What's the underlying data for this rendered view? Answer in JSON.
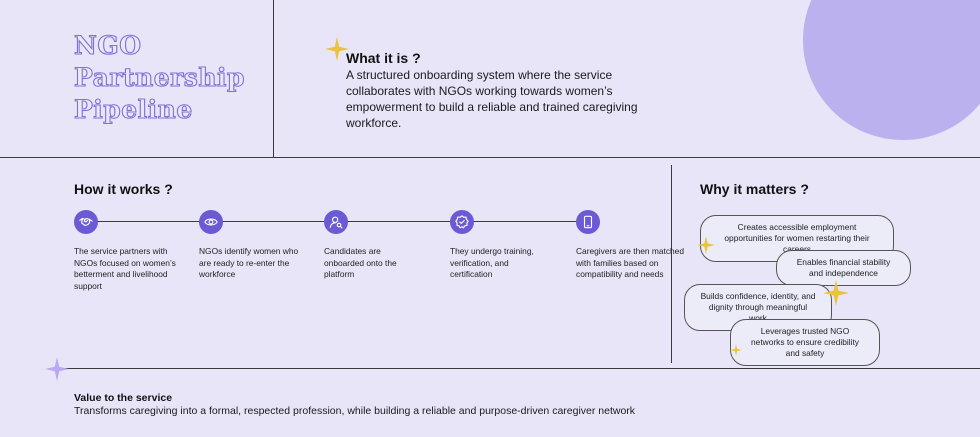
{
  "title": {
    "line1": "NGO",
    "line2": "Partnership",
    "line3": "Pipeline"
  },
  "what_it_is": {
    "heading": "What it is ?",
    "body": "A structured onboarding system where the service collaborates with NGOs working towards women’s empowerment to build a reliable and trained caregiving workforce."
  },
  "how_it_works": {
    "heading": "How it works ?",
    "steps": [
      {
        "icon": "handshake-icon",
        "text": "The service partners with NGOs focused on women’s betterment and livelihood support"
      },
      {
        "icon": "eye-icon",
        "text": "NGOs identify women who are ready to re-enter the workforce"
      },
      {
        "icon": "user-search-icon",
        "text": "Candidates are onboarded onto the platform"
      },
      {
        "icon": "badge-check-icon",
        "text": "They undergo training, verification, and certification"
      },
      {
        "icon": "mobile-phone-icon",
        "text": "Caregivers are then matched with families based on compatibility and needs"
      }
    ]
  },
  "why_it_matters": {
    "heading": "Why it matters ?",
    "points": [
      "Creates accessible employment opportunities for women restarting their careers",
      "Enables financial stability and independence",
      "Builds confidence, identity, and dignity through meaningful work",
      "Leverages trusted NGO networks to ensure credibility and safety"
    ]
  },
  "value": {
    "heading": "Value to the service",
    "body": "Transforms caregiving into a formal, respected profession, while building a reliable and purpose-driven caregiver network"
  },
  "colors": {
    "background": "#e8e5f8",
    "accent": "#6a5ad3",
    "circle": "#bbb1ee",
    "star_yellow": "#e8c53a",
    "star_purple": "#b9a9f2"
  }
}
